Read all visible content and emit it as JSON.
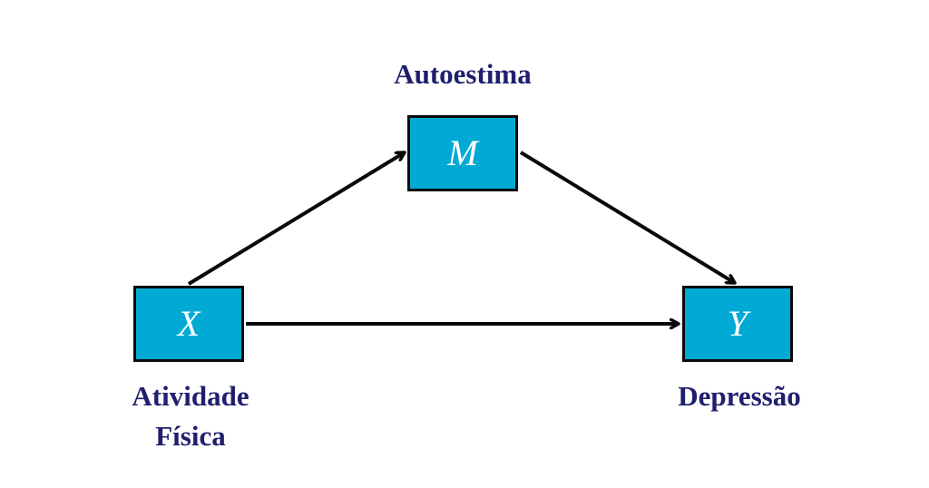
{
  "colors": {
    "box_fill": "#00aad4",
    "box_border": "#0a0a0a",
    "label_text": "#1f1f6e",
    "arrow": "#0a0a0a",
    "background": "#ffffff"
  },
  "nodes": {
    "mediator": {
      "symbol": "M",
      "label": "Autoestima"
    },
    "independent": {
      "symbol": "X",
      "label_line1": "Atividade",
      "label_line2": "Física"
    },
    "dependent": {
      "symbol": "Y",
      "label": "Depressão"
    }
  },
  "edges": [
    {
      "from": "independent",
      "to": "mediator"
    },
    {
      "from": "mediator",
      "to": "dependent"
    },
    {
      "from": "independent",
      "to": "dependent"
    }
  ]
}
